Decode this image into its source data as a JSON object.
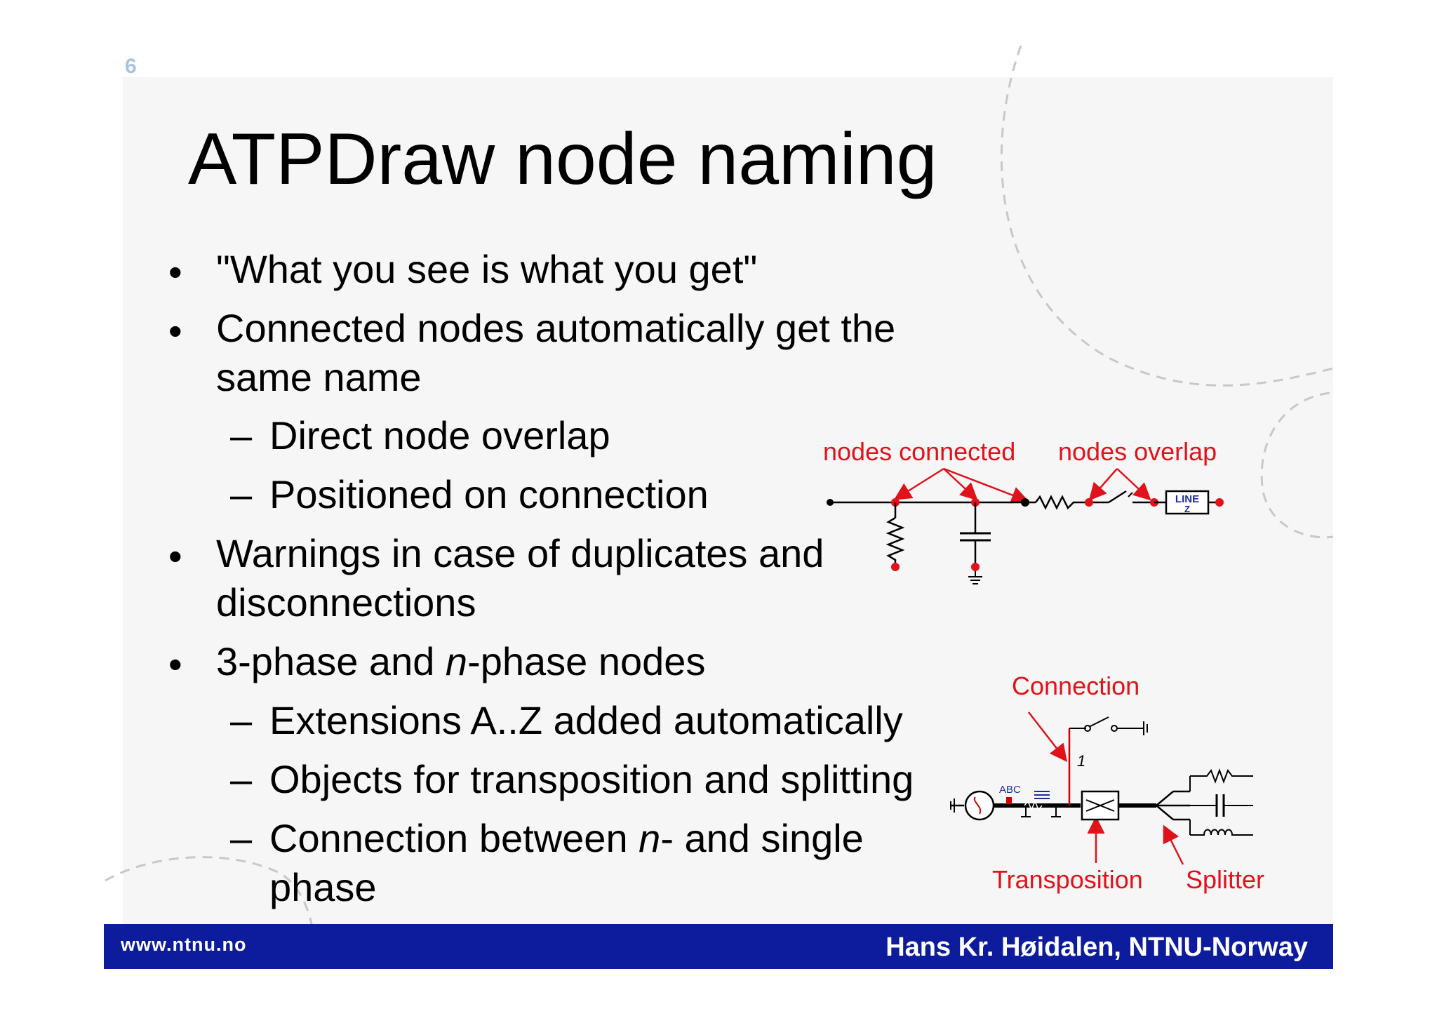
{
  "page_number": "6",
  "title": "ATPDraw node naming",
  "bullets": {
    "b1": "\"What you see is what you get\"",
    "b2_line1": "Connected nodes automatically get the",
    "b2_line2": "same name",
    "b2_sub1": "Direct node overlap",
    "b2_sub2": "Positioned on connection",
    "b3_line1": "Warnings in case of duplicates and",
    "b3_line2": "disconnections",
    "b4_pre": "3-phase and ",
    "b4_ital": "n",
    "b4_post": "-phase nodes",
    "b4_sub1": "Extensions A..Z added automatically",
    "b4_sub2": "Objects for transposition and splitting",
    "b4_sub3_pre": "Connection between ",
    "b4_sub3_ital": "n",
    "b4_sub3_post": "- and single",
    "b4_sub3_line2": "phase",
    "bullet_symbol": "•",
    "dash_symbol": "–"
  },
  "diagram_top": {
    "label_connected": "nodes connected",
    "label_overlap": "nodes overlap",
    "line_box_text1": "LINE",
    "line_box_text2": "Z"
  },
  "diagram_bottom": {
    "label_connection": "Connection",
    "label_transposition": "Transposition",
    "label_splitter": "Splitter",
    "phase_label": "1",
    "source_label": "ABC"
  },
  "footer": {
    "url": "www.ntnu.no",
    "author": "Hans Kr. Høidalen, NTNU-Norway"
  },
  "colors": {
    "accent_red": "#e0121a",
    "footer_blue": "#0d1c9c",
    "page_number": "#a8c4dc"
  }
}
